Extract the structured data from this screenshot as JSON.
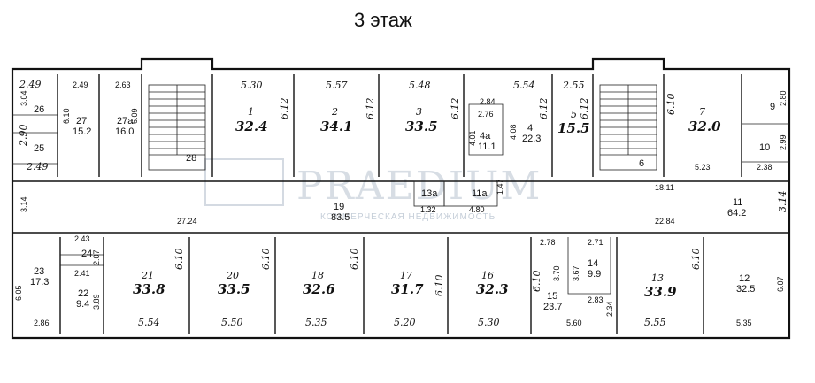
{
  "title": "3 этаж",
  "watermark": {
    "name": "PRAEDIUM",
    "tagline": "КОММЕРЧЕСКАЯ НЕДВИЖИМОСТЬ"
  },
  "rooms": [
    {
      "id": "room-1",
      "no": "1",
      "area": "32.4"
    },
    {
      "id": "room-2",
      "no": "2",
      "area": "34.1"
    },
    {
      "id": "room-3",
      "no": "3",
      "area": "33.5"
    },
    {
      "id": "room-4",
      "no": "4",
      "area": "22.3"
    },
    {
      "id": "room-4a",
      "no": "4a",
      "area": "11.1"
    },
    {
      "id": "room-5",
      "no": "5",
      "area": "15.5"
    },
    {
      "id": "room-6",
      "no": "6",
      "area": ""
    },
    {
      "id": "room-7",
      "no": "7",
      "area": "32.0"
    },
    {
      "id": "room-9",
      "no": "9",
      "area": ""
    },
    {
      "id": "room-10",
      "no": "10",
      "area": ""
    },
    {
      "id": "room-11",
      "no": "11",
      "area": "64.2"
    },
    {
      "id": "room-11a",
      "no": "11a",
      "area": ""
    },
    {
      "id": "room-12",
      "no": "12",
      "area": "32.5"
    },
    {
      "id": "room-13",
      "no": "13",
      "area": "33.9"
    },
    {
      "id": "room-13a",
      "no": "13a",
      "area": ""
    },
    {
      "id": "room-14",
      "no": "14",
      "area": "9.9"
    },
    {
      "id": "room-15",
      "no": "15",
      "area": "23.7"
    },
    {
      "id": "room-16",
      "no": "16",
      "area": "32.3"
    },
    {
      "id": "room-17",
      "no": "17",
      "area": "31.7"
    },
    {
      "id": "room-18",
      "no": "18",
      "area": "32.6"
    },
    {
      "id": "room-19",
      "no": "19",
      "area": "83.5"
    },
    {
      "id": "room-20",
      "no": "20",
      "area": "33.5"
    },
    {
      "id": "room-21",
      "no": "21",
      "area": "33.8"
    },
    {
      "id": "room-22",
      "no": "22",
      "area": "9.4"
    },
    {
      "id": "room-23",
      "no": "23",
      "area": "17.3"
    },
    {
      "id": "room-24",
      "no": "24",
      "area": ""
    },
    {
      "id": "room-25",
      "no": "25",
      "area": ""
    },
    {
      "id": "room-26",
      "no": "26",
      "area": ""
    },
    {
      "id": "room-27",
      "no": "27",
      "area": "15.2"
    },
    {
      "id": "room-27a",
      "no": "27a",
      "area": "16.0"
    },
    {
      "id": "room-28",
      "no": "28",
      "area": ""
    }
  ],
  "dimensions": [
    "2.49",
    "3.04",
    "2.90",
    "2.49",
    "2.49",
    "6.10",
    "2.63",
    "6.09",
    "5.30",
    "6.12",
    "5.57",
    "6.12",
    "5.48",
    "6.12",
    "5.54",
    "2.84",
    "2.76",
    "4.01",
    "4.08",
    "6.12",
    "2.55",
    "6.12",
    "6.10",
    "2.80",
    "2.99",
    "5.23",
    "2.38",
    "3.14",
    "27.24",
    "1.32",
    "4.80",
    "1.47",
    "18.11",
    "22.84",
    "3.14",
    "2.43",
    "2.07",
    "2.41",
    "6.05",
    "3.89",
    "2.86",
    "6.10",
    "5.54",
    "6.10",
    "5.50",
    "6.10",
    "5.35",
    "5.20",
    "6.10",
    "5.30",
    "2.78",
    "2.71",
    "3.70",
    "3.67",
    "6.10",
    "2.83",
    "2.34",
    "5.60",
    "6.10",
    "5.55",
    "6.07",
    "5.35"
  ]
}
